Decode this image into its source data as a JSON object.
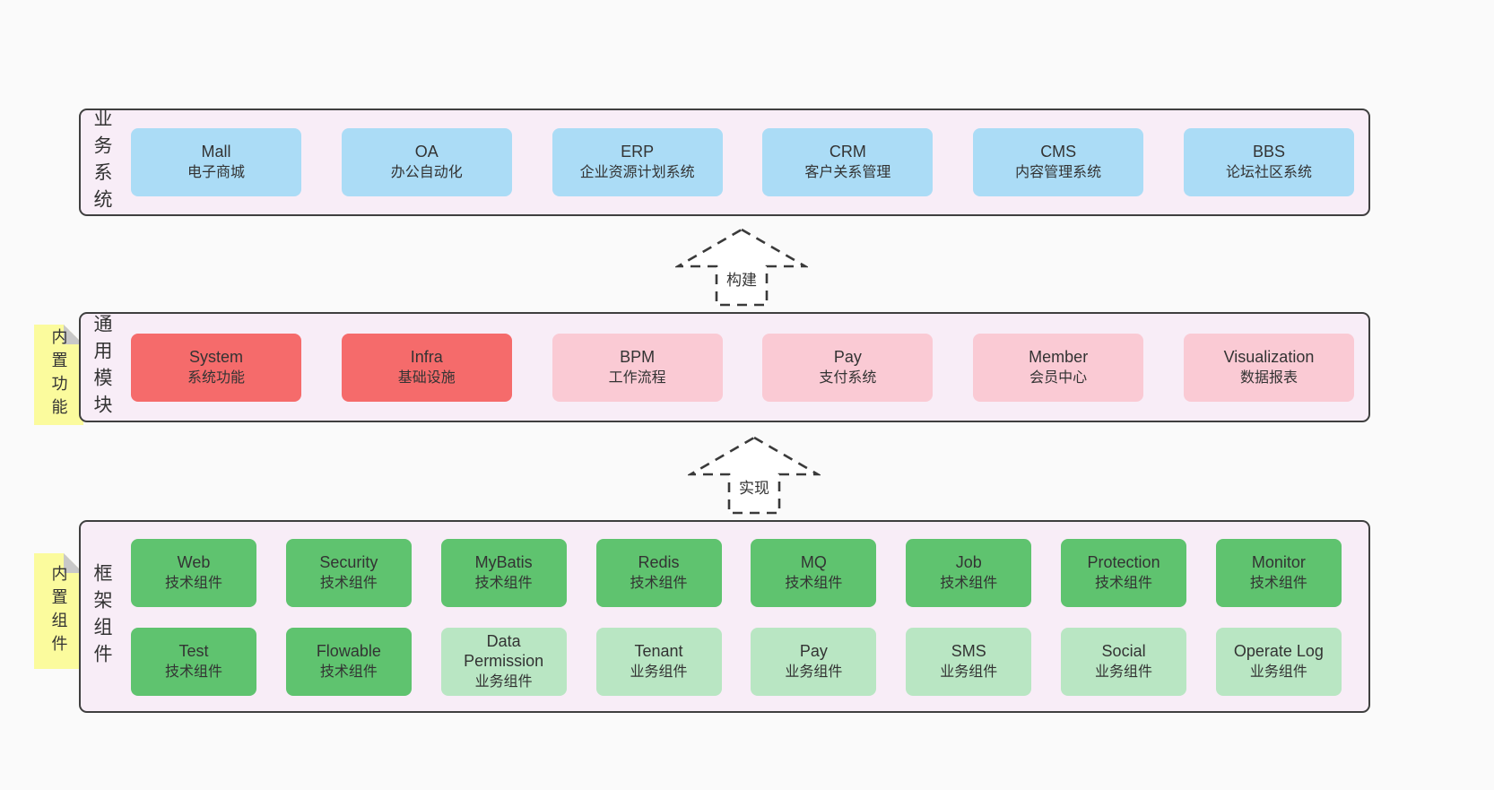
{
  "colors": {
    "page_bg": "#fafafa",
    "band_bg": "#f8edf7",
    "band_border": "#3f3f3f",
    "blue_box": "#abdcf6",
    "red_box": "#f56b6b",
    "pink_box": "#facad4",
    "green_dark_box": "#5fc36f",
    "green_light_box": "#b9e6c3",
    "sticky_yellow": "#fbfb9d",
    "sticky_fold_gray": "#c8c8c8",
    "text": "#333333",
    "arrow_stroke": "#3a3a3a"
  },
  "arrows": [
    {
      "label": "构建"
    },
    {
      "label": "实现"
    }
  ],
  "bands": [
    {
      "label": "业务系统",
      "boxes": [
        {
          "title": "Mall",
          "subtitle": "电子商城",
          "type": "blue"
        },
        {
          "title": "OA",
          "subtitle": "办公自动化",
          "type": "blue"
        },
        {
          "title": "ERP",
          "subtitle": "企业资源计划系统",
          "type": "blue"
        },
        {
          "title": "CRM",
          "subtitle": "客户关系管理",
          "type": "blue"
        },
        {
          "title": "CMS",
          "subtitle": "内容管理系统",
          "type": "blue"
        },
        {
          "title": "BBS",
          "subtitle": "论坛社区系统",
          "type": "blue"
        }
      ]
    },
    {
      "label": "通用模块",
      "sticky": "内置功能",
      "boxes": [
        {
          "title": "System",
          "subtitle": "系统功能",
          "type": "red"
        },
        {
          "title": "Infra",
          "subtitle": "基础设施",
          "type": "red"
        },
        {
          "title": "BPM",
          "subtitle": "工作流程",
          "type": "pink"
        },
        {
          "title": "Pay",
          "subtitle": "支付系统",
          "type": "pink"
        },
        {
          "title": "Member",
          "subtitle": "会员中心",
          "type": "pink"
        },
        {
          "title": "Visualization",
          "subtitle": "数据报表",
          "type": "pink"
        }
      ]
    },
    {
      "label": "框架组件",
      "sticky": "内置组件",
      "rows": [
        [
          {
            "title": "Web",
            "subtitle": "技术组件",
            "type": "green-dark"
          },
          {
            "title": "Security",
            "subtitle": "技术组件",
            "type": "green-dark"
          },
          {
            "title": "MyBatis",
            "subtitle": "技术组件",
            "type": "green-dark"
          },
          {
            "title": "Redis",
            "subtitle": "技术组件",
            "type": "green-dark"
          },
          {
            "title": "MQ",
            "subtitle": "技术组件",
            "type": "green-dark"
          },
          {
            "title": "Job",
            "subtitle": "技术组件",
            "type": "green-dark"
          },
          {
            "title": "Protection",
            "subtitle": "技术组件",
            "type": "green-dark"
          },
          {
            "title": "Monitor",
            "subtitle": "技术组件",
            "type": "green-dark"
          }
        ],
        [
          {
            "title": "Test",
            "subtitle": "技术组件",
            "type": "green-dark"
          },
          {
            "title": "Flowable",
            "subtitle": "技术组件",
            "type": "green-dark"
          },
          {
            "title": "Data Permission",
            "subtitle": "业务组件",
            "type": "green-light"
          },
          {
            "title": "Tenant",
            "subtitle": "业务组件",
            "type": "green-light"
          },
          {
            "title": "Pay",
            "subtitle": "业务组件",
            "type": "green-light"
          },
          {
            "title": "SMS",
            "subtitle": "业务组件",
            "type": "green-light"
          },
          {
            "title": "Social",
            "subtitle": "业务组件",
            "type": "green-light"
          },
          {
            "title": "Operate Log",
            "subtitle": "业务组件",
            "type": "green-light"
          }
        ]
      ]
    }
  ]
}
